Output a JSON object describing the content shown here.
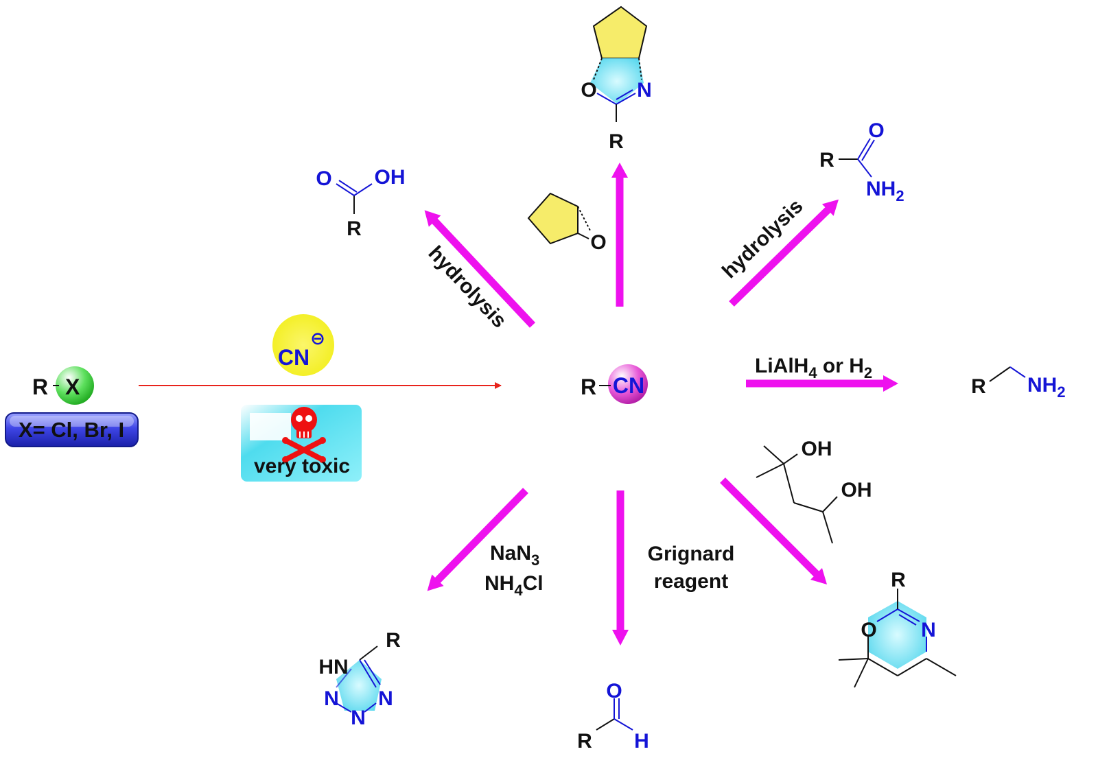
{
  "colors": {
    "reaction_arrow": "#ee11ee",
    "cyanide_arrow": "#e8241c",
    "cyanide_ball": "#f2ee1a",
    "halide_ball": "#5ee05e",
    "nitrile_ball": "#e85ad8",
    "ring_fill": "#f6ec6a",
    "heteroring_fill": "#5ad8ee",
    "heteroatom": "#1414d6",
    "halide_box": "#3f46e6",
    "toxic_box": "#4fdcee",
    "skull": "#ee1111"
  },
  "reactant": {
    "r_label": "R",
    "x_label": "X",
    "halide_list": "X= Cl, Br, I"
  },
  "reagent": {
    "cyanide": "CN",
    "charge": "⊖",
    "warning_icon": "skull-crossbones",
    "warning": "very toxic"
  },
  "center": {
    "r_label": "R",
    "cn_label": "CN"
  },
  "reactions": {
    "acid": {
      "condition": "hydrolysis",
      "product": {
        "o": "O",
        "oh": "OH",
        "r": "R"
      }
    },
    "oxazoline": {
      "epoxide_o": "O",
      "product": {
        "o": "O",
        "n": "N",
        "r": "R"
      }
    },
    "amide": {
      "condition": "hydrolysis",
      "product": {
        "r": "R",
        "o": "O",
        "nh": "NH",
        "sub": "2"
      }
    },
    "amine": {
      "condition": {
        "part1": "LiAlH",
        "sub1": "4",
        "part2": " or H",
        "sub2": "2"
      },
      "product": {
        "r": "R",
        "nh": "NH",
        "sub": "2"
      }
    },
    "oxazine": {
      "diol": {
        "oh1": "OH",
        "oh2": "OH"
      },
      "product": {
        "r": "R",
        "o": "O",
        "n": "N"
      }
    },
    "aldehyde": {
      "condition": {
        "line1": "Grignard",
        "line2": "reagent"
      },
      "product": {
        "o": "O",
        "r": "R",
        "h": "H"
      }
    },
    "tetrazole": {
      "condition": {
        "line1": {
          "part1": "NaN",
          "sub1": "3"
        },
        "line2": {
          "part1": "NH",
          "sub1": "4",
          "part2": "Cl"
        }
      },
      "product": {
        "r": "R",
        "hn": "HN",
        "n1": "N",
        "n2": "N",
        "n3": "N"
      }
    }
  }
}
